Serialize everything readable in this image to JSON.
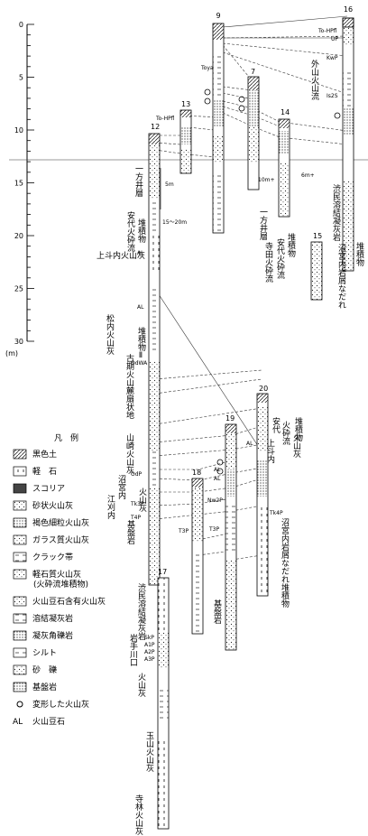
{
  "scale": {
    "ticks": [
      "0",
      "5",
      "10",
      "15",
      "20",
      "25",
      "30"
    ],
    "unit": "(m)"
  },
  "columns": [
    {
      "id": "16",
      "labels": [
        "To-HPfl",
        "UP",
        "KwP",
        "Is2S"
      ]
    },
    {
      "id": "9",
      "labels": [
        "Toya"
      ]
    },
    {
      "id": "7",
      "labels": []
    },
    {
      "id": "13",
      "labels": [
        "To-HPfl"
      ]
    },
    {
      "id": "14",
      "labels": [
        "10m+",
        "6m+"
      ]
    },
    {
      "id": "15",
      "labels": []
    },
    {
      "id": "12",
      "labels": [
        "AL",
        "AL",
        "OdWA"
      ]
    },
    {
      "id": "20",
      "labels": [
        "AL",
        "Tk4P"
      ]
    },
    {
      "id": "19",
      "labels": [
        "AL",
        "AL",
        "Nw2P",
        "T3P"
      ]
    },
    {
      "id": "18",
      "labels": [
        "T3P"
      ]
    },
    {
      "id": "17",
      "labels": [
        "SkP",
        "A1P",
        "A2P",
        "A3P"
      ]
    }
  ],
  "units": [
    "外山火山流",
    "一方井層",
    "一方井層",
    "堆積物",
    "安代火砕流",
    "上斗内火山灰",
    "松内火山灰",
    "堆積物Ⅱ",
    "古期火山麓扇状地",
    "山崎火山灰",
    "沼宮内",
    "江刈内",
    "火山灰",
    "基盤岩",
    "渋民溶結凝灰岩",
    "岩手川口",
    "火山灰",
    "玉山火山灰",
    "寺林火山灰",
    "渋民溶結凝灰岩",
    "堆積物",
    "沼宮内岩屑なだれ",
    "堆積物",
    "安代火砕流",
    "寺田火砕流",
    "堆積物",
    "安代",
    "火砕流",
    "上斗内",
    "火山灰",
    "沼宮内岩屑なだれ堆積物",
    "基盤岩"
  ],
  "annotations": [
    "5m",
    "15〜20m",
    "OdP",
    "Tk3P",
    "T4P"
  ],
  "legend": {
    "title": "凡　例",
    "items": [
      {
        "icon": "hatch",
        "label": "黒色土"
      },
      {
        "icon": "pumice",
        "label": "軽　石"
      },
      {
        "icon": "scoria",
        "label": "スコリア"
      },
      {
        "icon": "sandy",
        "label": "砂状火山灰"
      },
      {
        "icon": "brown-fine",
        "label": "褐色細粒火山灰"
      },
      {
        "icon": "glassy",
        "label": "ガラス質火山灰"
      },
      {
        "icon": "crack",
        "label": "クラック帯"
      },
      {
        "icon": "pumiceous",
        "label": "軽石質火山灰"
      },
      {
        "icon": "pumiceous-sub",
        "label": "(火砕流堆積物)"
      },
      {
        "icon": "pisolite",
        "label": "火山豆石含有火山灰"
      },
      {
        "icon": "welded",
        "label": "溶結凝灰岩"
      },
      {
        "icon": "breccia",
        "label": "凝灰角礫岩"
      },
      {
        "icon": "silt",
        "label": "シルト"
      },
      {
        "icon": "gravel",
        "label": "砂　礫"
      },
      {
        "icon": "bedrock",
        "label": "基盤岩"
      },
      {
        "icon": "deformed",
        "label": "変形した火山灰"
      },
      {
        "icon": "al",
        "label": "火山豆石"
      }
    ],
    "al_symbol": "AL"
  }
}
